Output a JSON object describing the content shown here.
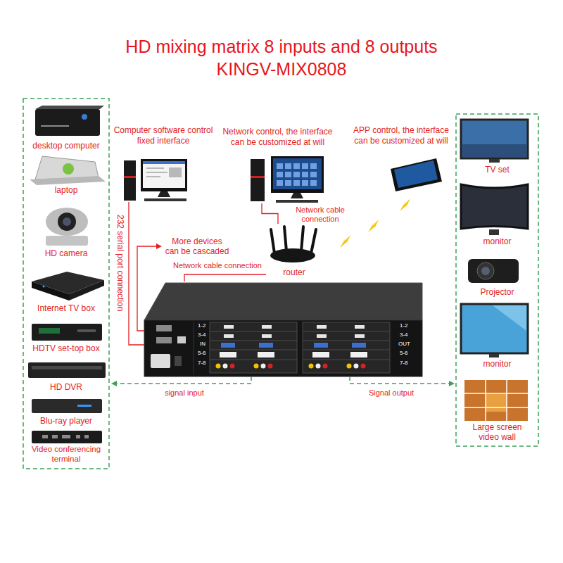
{
  "diagram": {
    "title": "HD mixing matrix 8 inputs and 8 outputs KINGV-MIX0808",
    "nodes": [
      {
        "text": [
          "desktop computer"
        ]
      },
      {
        "text": [
          "laptop"
        ]
      },
      {
        "text": [
          "HD camera"
        ]
      },
      {
        "text": [
          "Internet TV box"
        ]
      },
      {
        "text": [
          "HDTV set-top box"
        ]
      },
      {
        "text": [
          "HD DVR"
        ]
      },
      {
        "text": [
          "Blu-ray player"
        ]
      },
      {
        "text": [
          "Video conferencing terminal"
        ]
      },
      {
        "text": [
          "Computer software control fixed interface"
        ]
      },
      {
        "text": [
          "Network control, the interface can be customized at will"
        ]
      },
      {
        "text": [
          "APP control, the interface can be customized at will"
        ]
      },
      {
        "text": [
          "router"
        ]
      },
      {
        "text": [
          "1-2",
          "3-4",
          "IN",
          "5-6",
          "7-8",
          "1-2",
          "3-4",
          "OUT",
          "5-6",
          "7-8"
        ]
      },
      {
        "text": [
          "TV set"
        ]
      },
      {
        "text": [
          "monitor"
        ]
      },
      {
        "text": [
          "Projector"
        ]
      },
      {
        "text": [
          "monitor"
        ]
      },
      {
        "text": [
          "Large screen video wall"
        ]
      }
    ],
    "edges": [
      {
        "from": 8,
        "to": 12,
        "arrow": "none",
        "label": "232 serial port connection"
      },
      {
        "from": 9,
        "to": 11,
        "arrow": "none",
        "label": "Network cable connection"
      },
      {
        "from": 11,
        "to": 12,
        "arrow": "none",
        "label": "Network cable connection"
      }
    ],
    "labels": [
      "More devices can be cascaded",
      "signal input",
      "Signal output"
    ]
  }
}
